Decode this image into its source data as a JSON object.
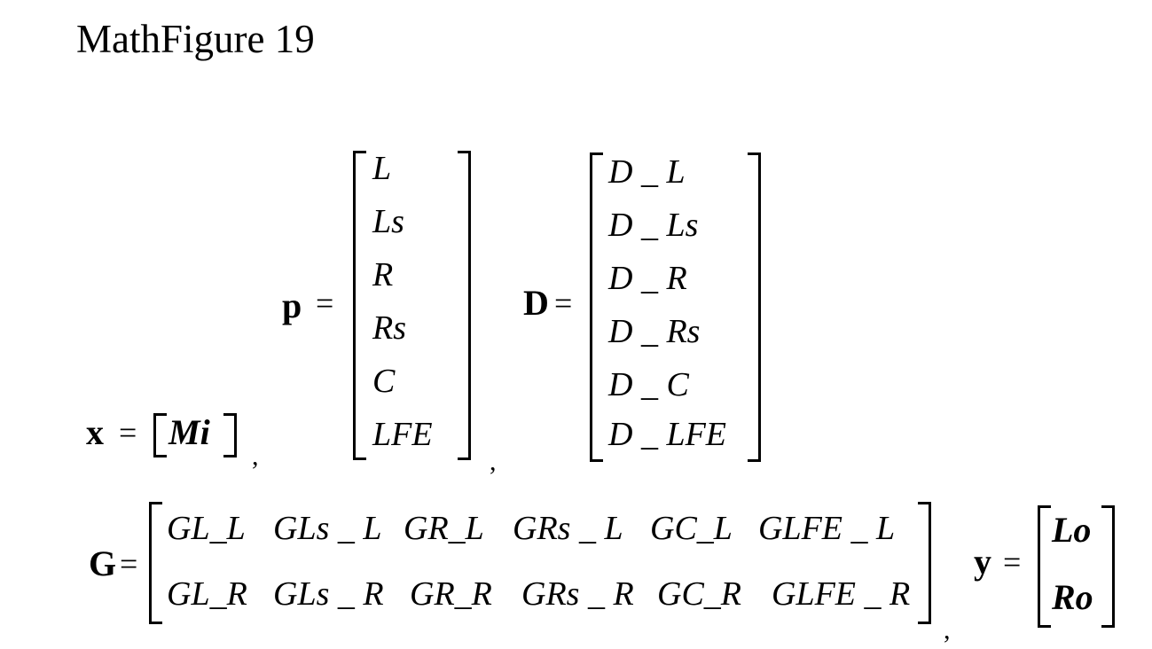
{
  "title": "MathFigure 19",
  "x": {
    "lhs": "x",
    "eq": "=",
    "entries": [
      "Mi"
    ]
  },
  "p": {
    "lhs": "p",
    "eq": "=",
    "entries": [
      "L",
      "Ls",
      "R",
      "Rs",
      "C",
      "LFE"
    ]
  },
  "D": {
    "lhs": "D",
    "eq": "=",
    "entries": [
      "D _ L",
      "D _ Ls",
      "D _ R",
      "D _ Rs",
      "D _ C",
      "D _ LFE"
    ]
  },
  "G": {
    "lhs": "G",
    "eq": "=",
    "rows": [
      [
        "GL_L",
        "GLs _ L",
        "GR_L",
        "GRs _ L",
        "GC_L",
        "GLFE _ L"
      ],
      [
        "GL_R",
        "GLs _ R",
        "GR_R",
        "GRs _ R",
        "GC_R",
        "GLFE _ R"
      ]
    ]
  },
  "y": {
    "lhs": "y",
    "eq": "=",
    "entries": [
      "Lo",
      "Ro"
    ]
  },
  "separator": ","
}
